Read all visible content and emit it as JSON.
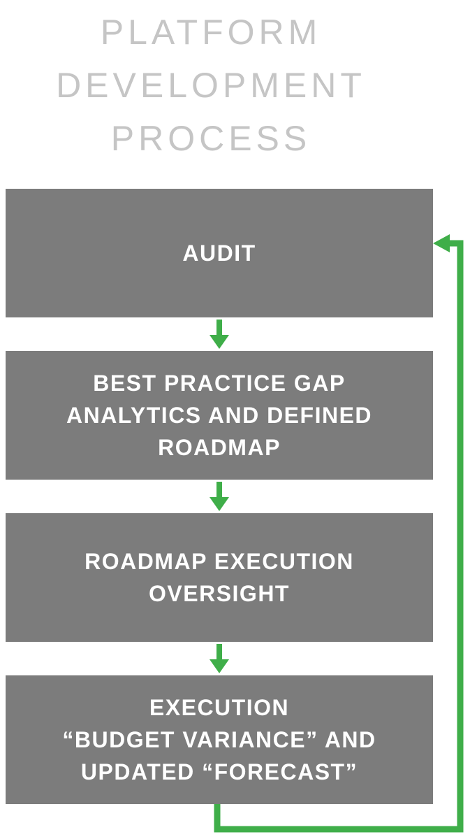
{
  "title": "PLATFORM\nDEVELOPMENT\nPROCESS",
  "steps": [
    {
      "label": "AUDIT"
    },
    {
      "label": "BEST PRACTICE GAP\nANALYTICS AND DEFINED\nROADMAP"
    },
    {
      "label": "ROADMAP EXECUTION\nOVERSIGHT"
    },
    {
      "label": "EXECUTION\n“BUDGET VARIANCE” AND\nUPDATED “FORECAST”"
    }
  ],
  "icons": {
    "step_connector": "down-arrow-icon",
    "feedback": "feedback-loop-arrow"
  },
  "colors": {
    "box_gray": "#7c7c7c",
    "arrow_green": "#3fae49",
    "title_gray": "#c5c5c5",
    "step_text": "#ffffff",
    "background": "#ffffff"
  }
}
